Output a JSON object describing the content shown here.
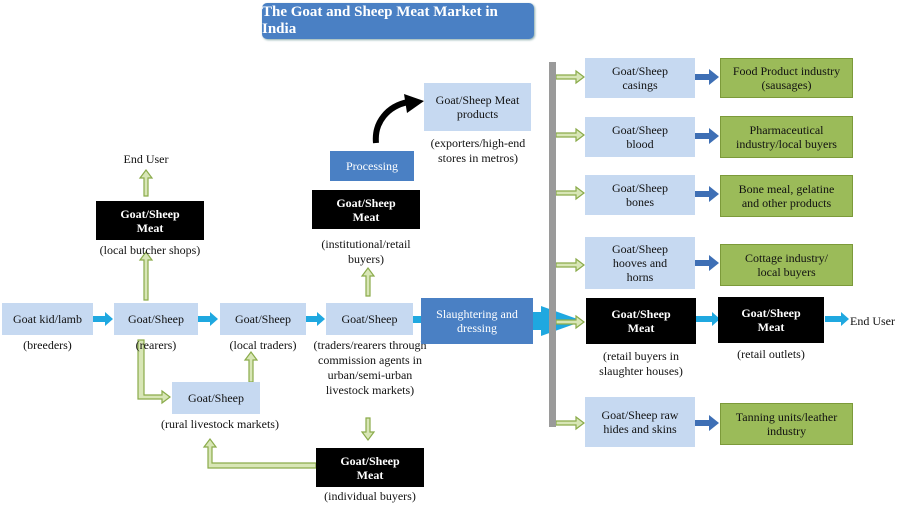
{
  "title": "The Goat and Sheep Meat Market in India",
  "nodes": {
    "goat_kid": "Goat kid/lamb",
    "rearers": "Goat/Sheep",
    "local_traders": "Goat/Sheep",
    "commission_traders": "Goat/Sheep",
    "rural_markets": "Goat/Sheep",
    "butcher_meat": "Goat/Sheep Meat",
    "institutional_meat": "Goat/Sheep Meat",
    "individual_meat": "Goat/Sheep Meat",
    "processing": "Processing",
    "meat_products": "Goat/Sheep Meat products",
    "slaughtering": "Slaughtering and dressing",
    "casings": "Goat/Sheep casings",
    "blood": "Goat/Sheep blood",
    "bones": "Goat/Sheep bones",
    "hooves": "Goat/Sheep hooves and horns",
    "slaughter_meat": "Goat/Sheep Meat",
    "hides": "Goat/Sheep raw hides and skins",
    "food_industry": "Food Product industry (sausages)",
    "pharma": "Pharmaceutical industry/local buyers",
    "bone_meal": "Bone meal, gelatine and other products",
    "cottage": "Cottage industry/ local buyers",
    "retail_meat": "Goat/Sheep Meat",
    "tanning": "Tanning units/leather industry"
  },
  "labels": {
    "breeders": "(breeders)",
    "rearers": "(rearers)",
    "local_traders": "(local traders)",
    "commission_agents": "(traders/rearers through commission agents in urban/semi-urban livestock markets)",
    "rural_markets": "(rural livestock markets)",
    "butcher_shops": "(local butcher shops)",
    "institutional": "(institutional/retail buyers)",
    "individual": "(individual buyers)",
    "exporters": "(exporters/high-end stores in metros)",
    "retail_slaughter": "(retail buyers in slaughter houses)",
    "retail_outlets": "(retail outlets)",
    "end_user_top": "End User",
    "end_user_right": "End User"
  },
  "colors": {
    "title_bg": "#4a80c4",
    "light_box": "#c6d9f1",
    "green_box": "#9bbb59",
    "cyan_arrow": "#1fa8e0",
    "green_arrow": "#c9dba0",
    "blue_arrow": "#3e6fb5",
    "vertical_bar": "#9a9a9a"
  }
}
